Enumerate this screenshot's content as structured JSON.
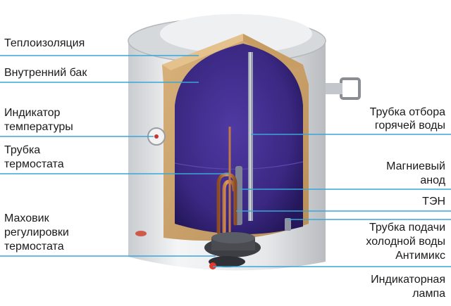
{
  "colors": {
    "leader_line": "#3aa6d8",
    "tank_interior": "#3c2a86",
    "insulation": "#cfa772",
    "shell": "#e4e6e8",
    "label_text": "#1a1a1a"
  },
  "labels": {
    "insulation": "Теплоизоляция",
    "inner_tank": "Внутренний бак",
    "temp_indicator_1": "Индикатор",
    "temp_indicator_2": "температуры",
    "thermostat_tube_1": "Трубка",
    "thermostat_tube_2": "термостата",
    "thermostat_wheel_1": "Маховик",
    "thermostat_wheel_2": "регулировки",
    "thermostat_wheel_3": "термостата",
    "hot_water_tube_1": "Трубка отбора",
    "hot_water_tube_2": "горячей воды",
    "magnesium_anode_1": "Магниевый",
    "magnesium_anode_2": "анод",
    "heating_element": "ТЭН",
    "cold_water_tube_1": "Трубка подачи",
    "cold_water_tube_2": "холодной воды",
    "antimix": "Антимикс",
    "indicator_lamp_1": "Индикаторная",
    "indicator_lamp_2": "лампа"
  }
}
